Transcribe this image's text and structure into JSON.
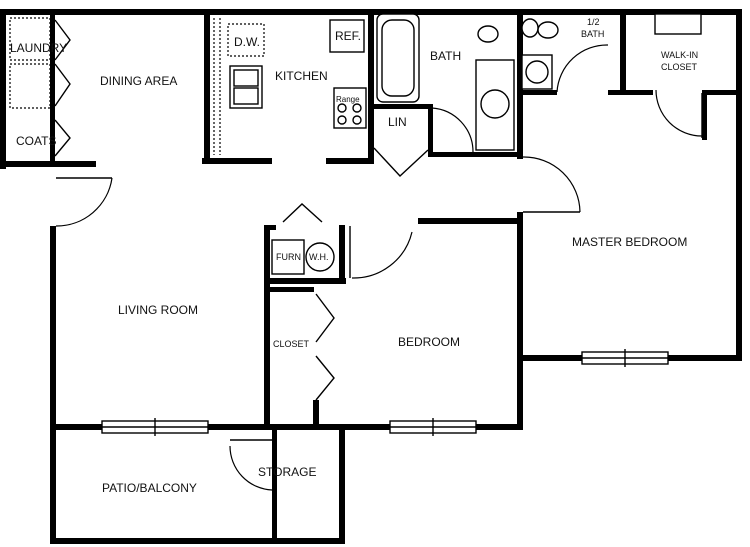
{
  "rooms": {
    "laundry": "LAUNDRY",
    "coats": "COATS",
    "dining_area": "DINING AREA",
    "dw": "D.W.",
    "kitchen": "KITCHEN",
    "ref": "REF.",
    "range": "Range",
    "bath": "BATH",
    "lin": "LIN",
    "half_bath_num": "1/2",
    "half_bath": "BATH",
    "walk_in": "WALK-IN",
    "closet_wi": "CLOSET",
    "master_bedroom": "MASTER BEDROOM",
    "furn": "FURN",
    "wh": "W.H.",
    "living_room": "LIVING ROOM",
    "closet": "CLOSET",
    "bedroom": "BEDROOM",
    "patio": "PATIO/BALCONY",
    "storage": "STORAGE"
  }
}
